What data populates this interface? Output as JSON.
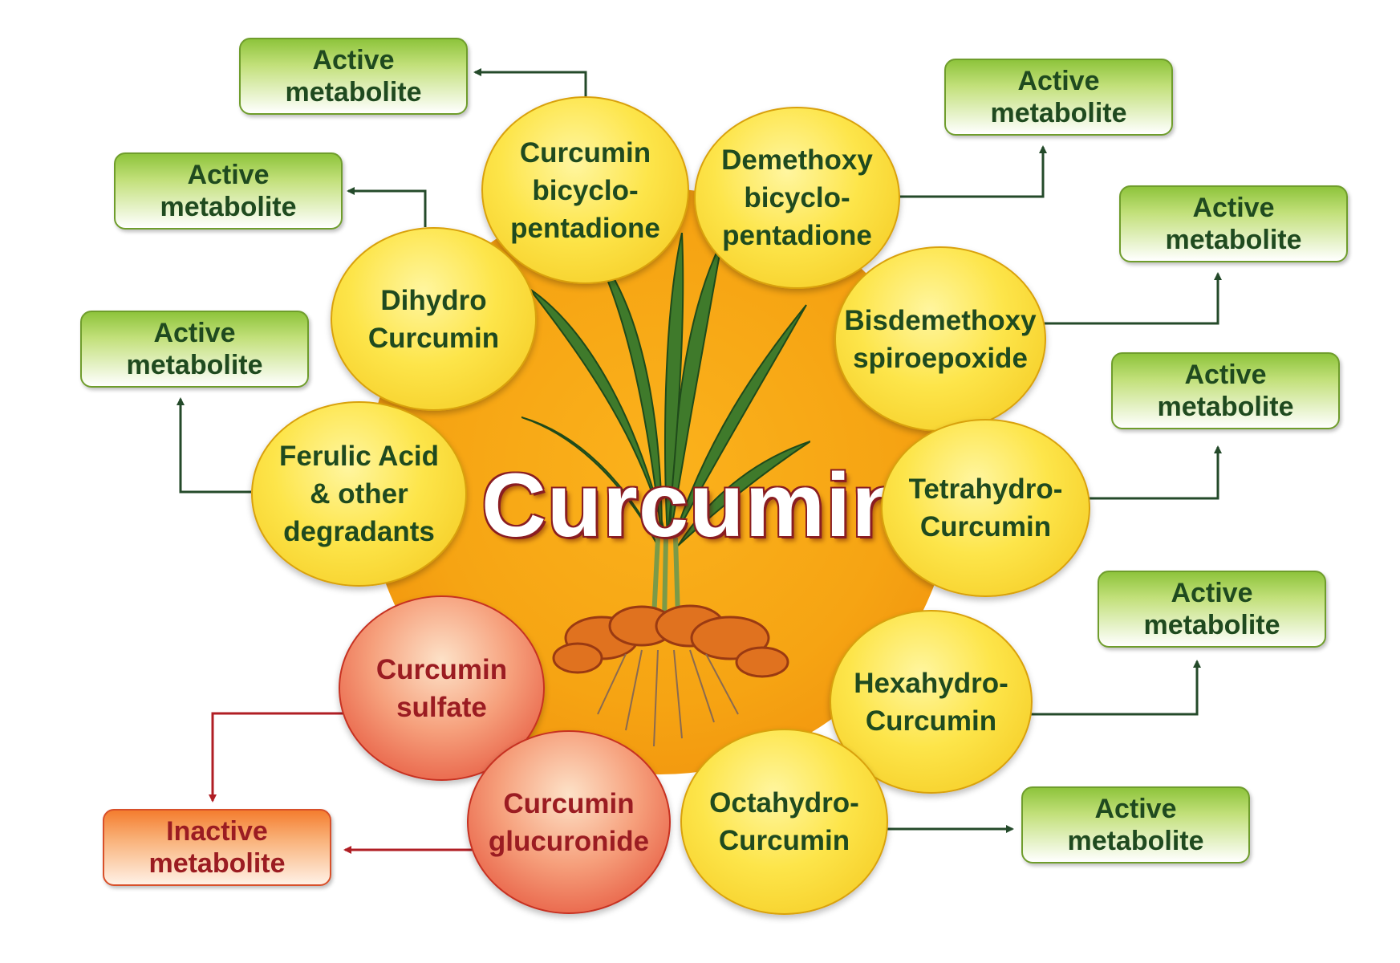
{
  "title": "Curcumin",
  "colors": {
    "active_arrow": "#244a2a",
    "inactive_arrow": "#b01e24",
    "hub": "#f6a413",
    "yellow_node": "#fde54a",
    "red_node": "#e2452f"
  },
  "metabolites": [
    {
      "label": "Curcumin\nbicyclo-\npentadione",
      "type": "active"
    },
    {
      "label": "Demethoxy\nbicyclo-\npentadione",
      "type": "active"
    },
    {
      "label": "Dihydro\nCurcumin",
      "type": "active"
    },
    {
      "label": "Bisdemethoxy\nspiroepoxide",
      "type": "active"
    },
    {
      "label": "Ferulic Acid\n& other\ndegradants",
      "type": "active"
    },
    {
      "label": "Tetrahydro-\nCurcumin",
      "type": "active"
    },
    {
      "label": "Hexahydro-\nCurcumin",
      "type": "active"
    },
    {
      "label": "Octahydro-\nCurcumin",
      "type": "active"
    },
    {
      "label": "Curcumin\nsulfate",
      "type": "inactive"
    },
    {
      "label": "Curcumin\nglucuronide",
      "type": "inactive"
    }
  ],
  "outcomes": {
    "active_label": "Active\nmetabolite",
    "inactive_label": "Inactive\nmetabolite"
  },
  "plant_icon": "turmeric-plant-illustration"
}
